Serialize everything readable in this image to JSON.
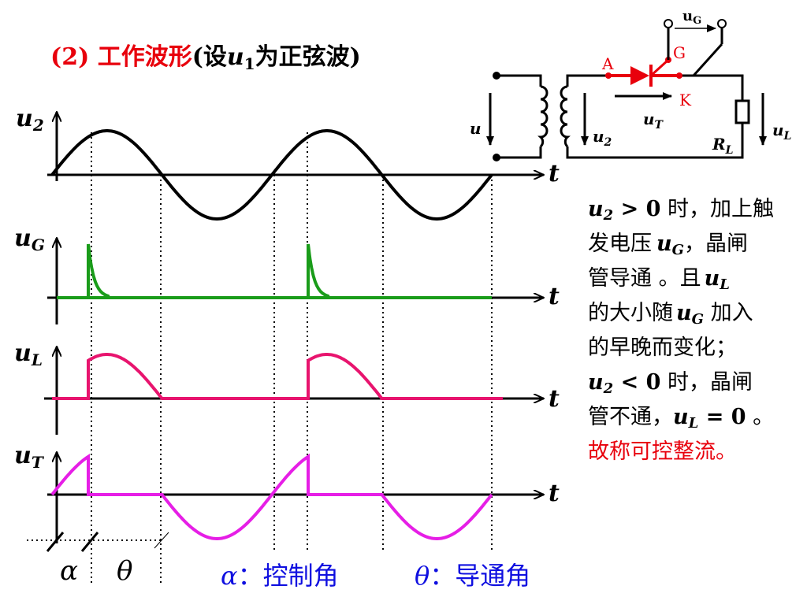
{
  "title": {
    "prefix": "(2) ",
    "main": "工作波形",
    "paren_open": "(设",
    "var": "u",
    "sub": "1",
    "rest": "为正弦波)"
  },
  "axes": {
    "u2": {
      "base": "u",
      "sub": "2"
    },
    "uG": {
      "base": "u",
      "sub": "G"
    },
    "uL": {
      "base": "u",
      "sub": "L"
    },
    "uT": {
      "base": "u",
      "sub": "T"
    },
    "t": "t"
  },
  "angles": {
    "alpha": "α",
    "theta": "θ"
  },
  "legend": {
    "alpha_sym": "α",
    "alpha_sep": "：",
    "alpha_text": "控制角",
    "theta_sym": "θ",
    "theta_sep": "：",
    "theta_text": "导通角"
  },
  "circuit": {
    "uG_top": {
      "base": "u",
      "sub": "G"
    },
    "G": "G",
    "A": "A",
    "K": "K",
    "uT": {
      "base": "u",
      "sub": "T"
    },
    "RL": {
      "base": "R",
      "sub": "L"
    },
    "u_left": "u",
    "u2": {
      "base": "u",
      "sub": "2"
    },
    "uL": {
      "base": "u",
      "sub": "L"
    }
  },
  "description": {
    "l1_var": "u",
    "l1_sub": "2",
    "l1_rel": " > 0",
    "l1_text": " 时，加上触",
    "l2_text": "发电压",
    "l2_var": "u",
    "l2_sub": "G",
    "l2_end": "，晶闸",
    "l3_text": "管导通 。且",
    "l3_var": "u",
    "l3_sub": "L",
    "l4_text": "的大小随",
    "l4_var": "u",
    "l4_sub": "G",
    "l4_end": " 加入",
    "l5_text": "的早晚而变化；",
    "l6_var": "u",
    "l6_sub": "2",
    "l6_rel": " < 0",
    "l6_text": " 时，晶闸",
    "l7_text": "管不通，",
    "l7_var": "u",
    "l7_sub": "L",
    "l7_rel": " = 0",
    "l7_end": " 。",
    "l8_text": "故称可控整流。"
  },
  "colors": {
    "title_red": "#e8000c",
    "uG_green": "#1a9c1a",
    "uL_pink": "#e8146e",
    "uT_magenta": "#e61ee6",
    "legend_blue": "#1010e0",
    "black": "#000000"
  },
  "waveform": {
    "u2_cycles": 2,
    "alpha_fraction_of_halfcycle": 0.33,
    "uG_pulse_decay_fraction": 0.18
  }
}
